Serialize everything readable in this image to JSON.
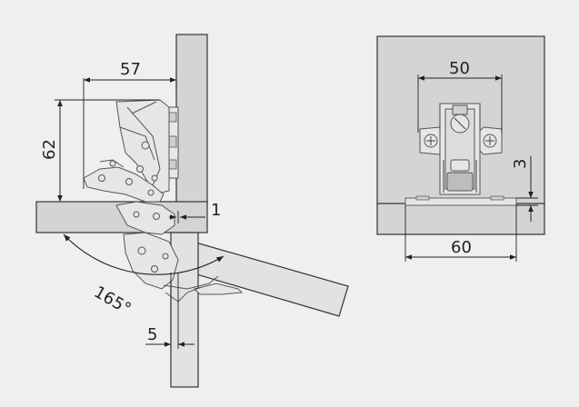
{
  "dimensions": {
    "width_57": "57",
    "height_62": "62",
    "gap_1": "1",
    "angle_165": "165°",
    "offset_5": "5",
    "width_50": "50",
    "height_3": "3",
    "width_60": "60"
  },
  "colors": {
    "background": "#efefef",
    "panel_fill": "#d4d4d4",
    "panel_stroke": "#333333",
    "door_fill": "#e2e2e2",
    "hinge_fill": "#e6e6e6",
    "hinge_stroke": "#555555",
    "dim_line": "#222222"
  }
}
